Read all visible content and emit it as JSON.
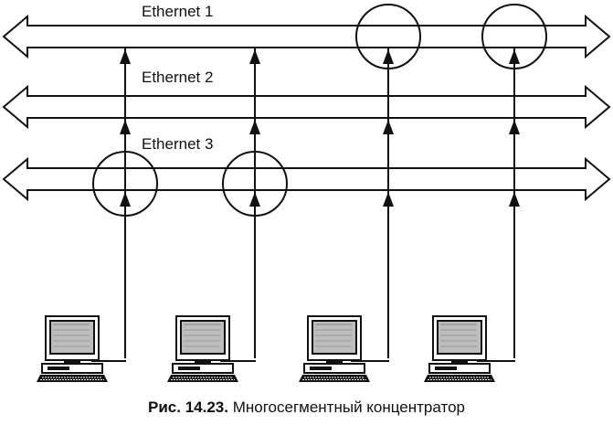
{
  "buses": [
    {
      "label": "Ethernet 1"
    },
    {
      "label": "Ethernet 2"
    },
    {
      "label": "Ethernet 3"
    }
  ],
  "connections": [
    {
      "computer": 1,
      "bus": "Ethernet 3"
    },
    {
      "computer": 2,
      "bus": "Ethernet 3"
    },
    {
      "computer": 3,
      "bus": "Ethernet 1"
    },
    {
      "computer": 4,
      "bus": "Ethernet 1"
    }
  ],
  "caption": {
    "figure_number": "Рис. 14.23.",
    "text": "Многосегментный концентратор"
  }
}
